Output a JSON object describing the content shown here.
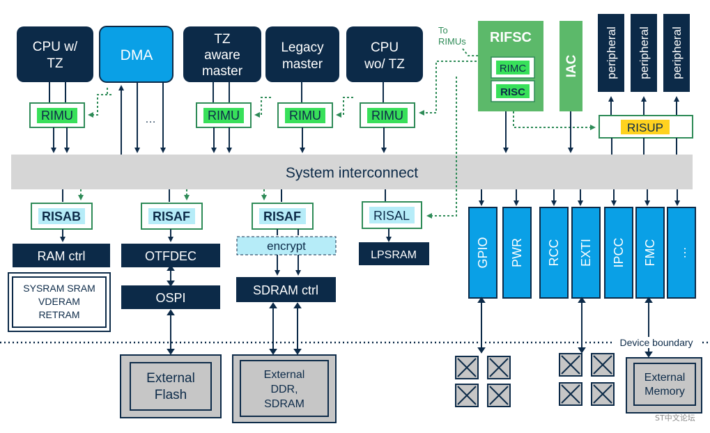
{
  "colors": {
    "navy": "#0c2a48",
    "blue": "#0aa0e6",
    "green": "#2e8b57",
    "green_fill": "#5cb96a",
    "highlight_green": "#38e05a",
    "highlight_cyan": "#b6ecf8",
    "highlight_yellow": "#ffd21f",
    "interconnect": "#d6d6d6"
  },
  "masters": {
    "cpu_tz": "CPU w/ TZ",
    "dma": "DMA",
    "tz_aware": "TZ aware master",
    "legacy": "Legacy master",
    "cpu_no_tz": "CPU wo/ TZ"
  },
  "rimu_label": "RIMU",
  "dma_ellipsis": "…",
  "to_rimus": "To RIMUs",
  "rifsc": {
    "title": "RIFSC",
    "rimc": "RIMC",
    "risc": "RISC"
  },
  "iac": "IAC",
  "peripherals": [
    "peripheral",
    "peripheral",
    "peripheral"
  ],
  "risup": "RISUP",
  "interconnect": "System interconnect",
  "risab": "RISAB",
  "risaf_1": "RISAF",
  "risaf_2": "RISAF",
  "risal": "RISAL",
  "ram_ctrl": "RAM ctrl",
  "sysram_lines": [
    "SYSRAM SRAM",
    "VDERAM",
    "RETRAM"
  ],
  "otfdec": "OTFDEC",
  "ospi": "OSPI",
  "encrypt": "encrypt",
  "sdram_ctrl": "SDRAM ctrl",
  "lpsram": "LPSRAM",
  "device_peripherals": [
    "GPIO",
    "PWR",
    "RCC",
    "EXTI",
    "IPCC",
    "FMC",
    "…"
  ],
  "device_boundary": "Device boundary",
  "ext_flash": [
    "External",
    "Flash"
  ],
  "ext_ddr": [
    "External",
    "DDR,",
    "SDRAM"
  ],
  "ext_memory": [
    "External",
    "Memory"
  ],
  "watermark": "ST中文论坛"
}
